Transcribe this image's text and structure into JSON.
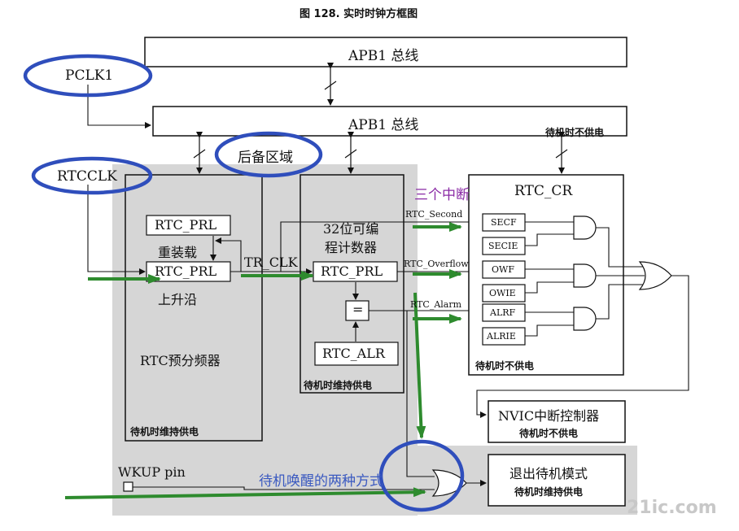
{
  "figure": {
    "title": "图 128.    实时时钟方框图"
  },
  "buses": {
    "apb1_top": "APB1 总线",
    "apb1_bottom": "APB1 总线",
    "apb1_bottom_note": "待机时不供电"
  },
  "inputs": {
    "pclk1": "PCLK1",
    "rtcclk": "RTCCLK",
    "wkup_pin": "WKUP pin"
  },
  "annotations": {
    "backup_domain": "后备区域",
    "three_interrupts": "三个中断",
    "two_wakeup_ways": "待机唤醒的两种方式"
  },
  "prescaler": {
    "reg_reload": "RTC_PRL",
    "reload_label": "重装载",
    "reg_div": "RTC_PRL",
    "rising_edge": "上升沿",
    "name": "RTC预分频器",
    "power_note": "待机时维持供电"
  },
  "counter": {
    "tr_clk": "TR_CLK",
    "title_line1": "32位可编",
    "title_line2": "程计数器",
    "reg_cnt": "RTC_PRL",
    "compare": "=",
    "reg_alr": "RTC_ALR",
    "power_note": "待机时维持供电"
  },
  "signals": {
    "second": "RTC_Second",
    "overflow": "RTC_Overflow",
    "alarm": "RTC_Alarm"
  },
  "control": {
    "name": "RTC_CR",
    "flags": [
      "SECF",
      "SECIE",
      "OWF",
      "OWIE",
      "ALRF",
      "ALRIE"
    ],
    "power_note": "待机时不供电"
  },
  "nvic": {
    "name": "NVIC中断控制器",
    "power_note": "待机时不供电"
  },
  "exit_standby": {
    "name": "退出待机模式",
    "power_note": "待机时维持供电"
  },
  "watermark": "21ic.com",
  "colors": {
    "gray_region": "#d6d6d6",
    "green_arrow": "#2e8b2e",
    "highlight_ellipse": "#2f4ebc",
    "annotation_purple": "#8a2aa5"
  }
}
